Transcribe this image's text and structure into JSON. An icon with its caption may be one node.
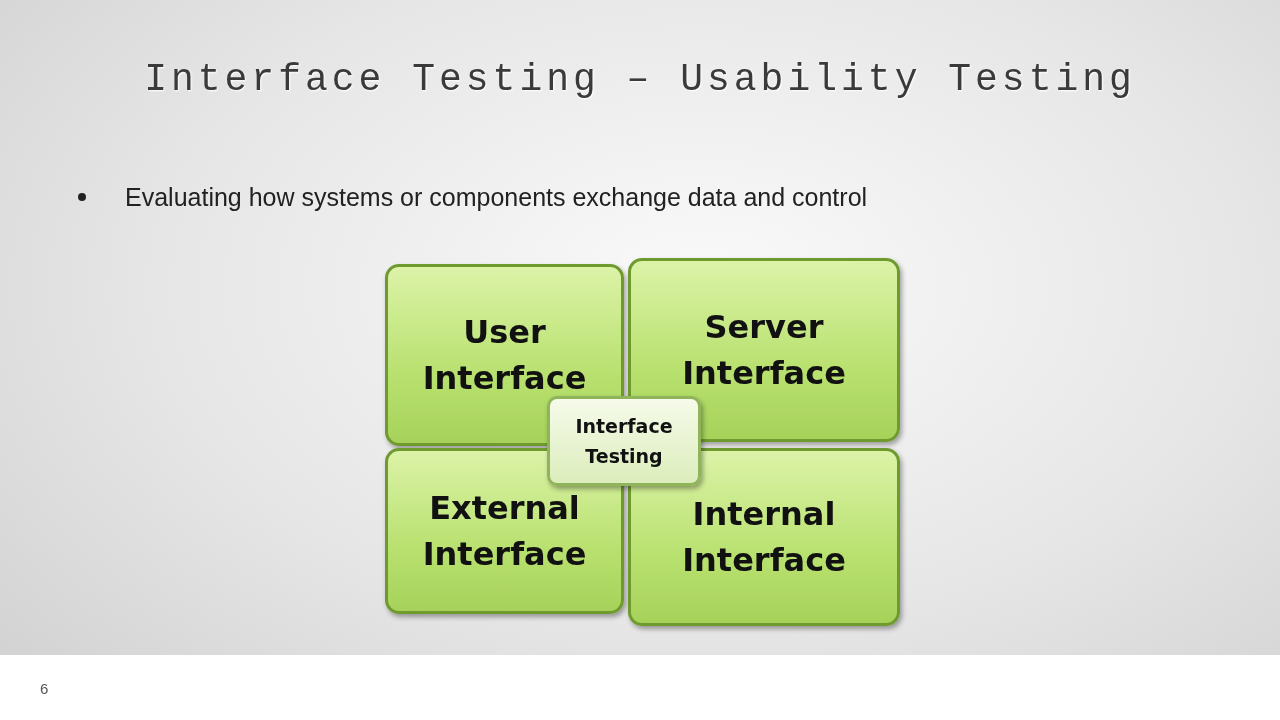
{
  "diagram": {
    "title": "Interface Testing – Usability Testing",
    "nodes": [
      {
        "text": [
          "User Interface"
        ]
      },
      {
        "text": [
          "Server Interface"
        ]
      },
      {
        "text": [
          "Interface Testing"
        ]
      },
      {
        "text": [
          "External Interface"
        ]
      },
      {
        "text": [
          "Internal Interface"
        ]
      }
    ],
    "labels": [
      "Evaluating how systems or components exchange data and control",
      "6"
    ]
  }
}
